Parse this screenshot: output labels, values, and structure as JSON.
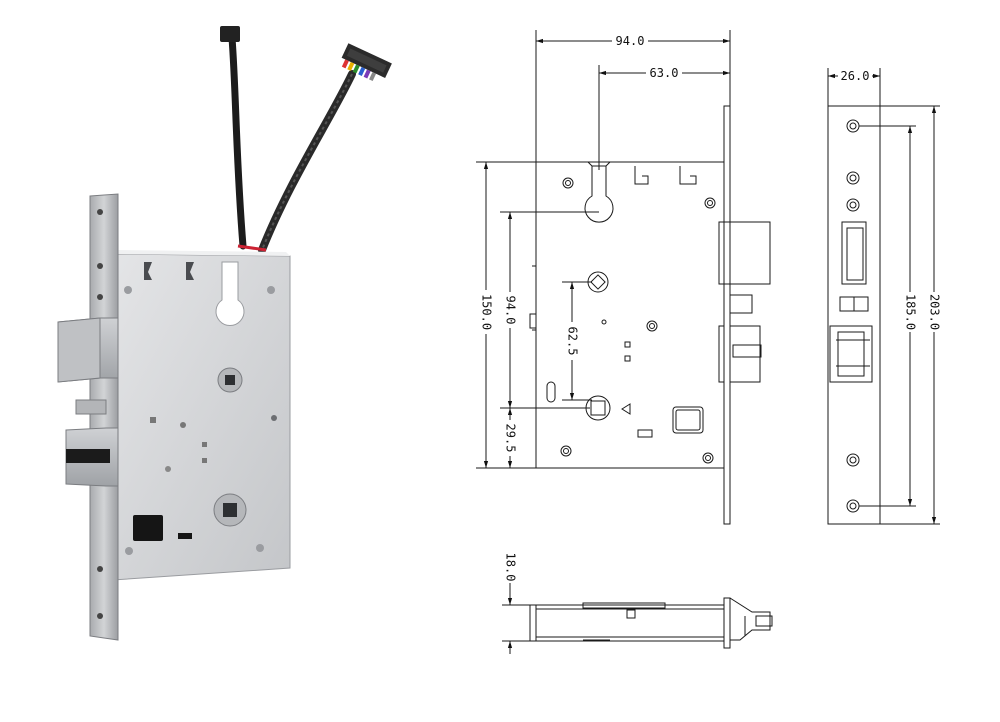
{
  "dimensions": {
    "front_width": "94.0",
    "front_backset": "63.0",
    "front_height": "150.0",
    "front_spindle_offset": "94.0",
    "front_center_distance": "62.5",
    "front_cylinder_offset": "29.5",
    "faceplate_width": "26.0",
    "faceplate_hole_spacing": "185.0",
    "faceplate_length": "203.0",
    "side_thickness": "18.0"
  },
  "colors": {
    "line": "#1a1a1a",
    "metal_light": "#d9dadc",
    "metal_mid": "#b8babd",
    "metal_dark": "#8e9094"
  }
}
